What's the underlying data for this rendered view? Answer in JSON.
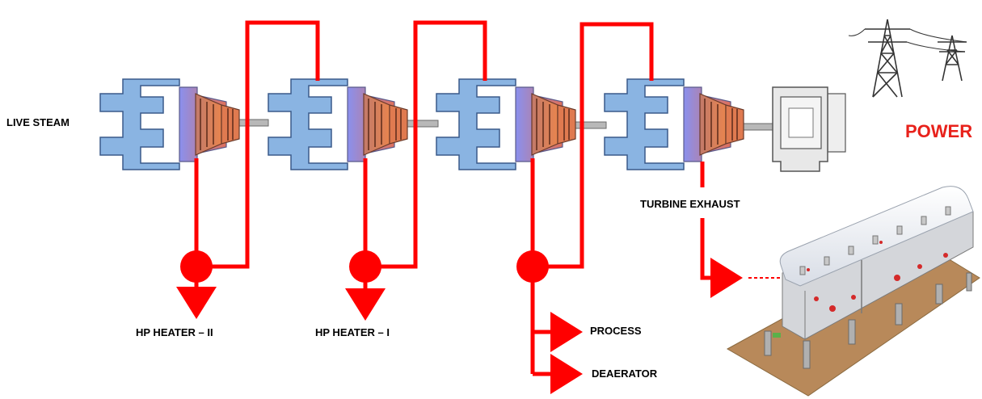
{
  "labels": {
    "live_steam": "LIVE STEAM",
    "power": "POWER",
    "turbine_exhaust": "TURBINE EXHAUST",
    "hp_heater_ii": "HP HEATER – II",
    "hp_heater_i": "HP HEATER – I",
    "process": "PROCESS",
    "deaerator": "DEAERATOR"
  },
  "colors": {
    "steam_line": "#ff0000",
    "power_label": "#e8211b",
    "casing_blue": "#8ab4e2",
    "turbine_gradient_start": "#8a8ef0",
    "turbine_gradient_end": "#e0705a",
    "rotor_orange": "#e07a50",
    "shaft": "#b8b8b8",
    "generator": "#e8e8e8",
    "condenser_body": "#dcdcdc",
    "condenser_base": "#b08a60"
  },
  "icons": {
    "transmission_tower": "transmission-tower-icon",
    "generator": "generator-icon",
    "condenser": "air-cooled-condenser-icon",
    "turbine": "turbine-stage-icon"
  }
}
